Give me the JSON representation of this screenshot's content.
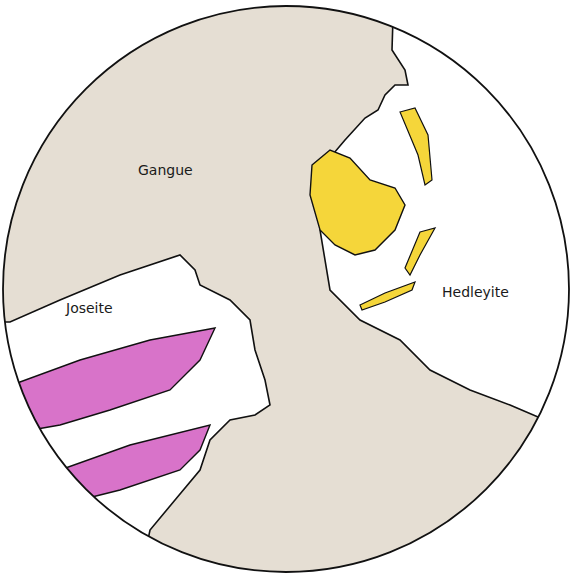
{
  "diagram": {
    "labels": [
      "Gangue",
      "Joseite",
      "Hedleyite"
    ]
  }
}
